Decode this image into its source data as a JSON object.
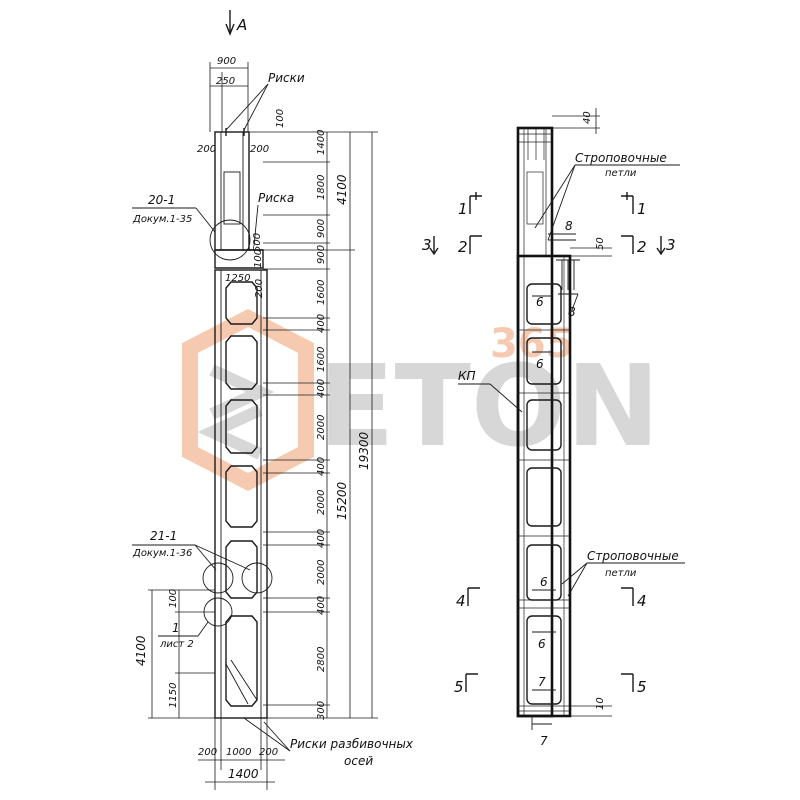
{
  "colors": {
    "line": "#1a1a1a",
    "watermark_orange": "#f0a070",
    "watermark_grey": "#b8b8b8"
  },
  "watermark": {
    "brand": "ETON",
    "prefix": "B",
    "number": "365"
  },
  "view_a": {
    "arrow": "A"
  },
  "elevation": {
    "top_width": "900",
    "top_offset": "250",
    "top_side_left": "200",
    "top_side_right": "200",
    "top_gap": "100",
    "rib_width": "1250",
    "bottom_left": "200",
    "bottom_mid": "1000",
    "bottom_right": "200",
    "bottom_total": "1400",
    "right_segments": [
      "1400",
      "1800",
      "900",
      "900",
      "1600",
      "400",
      "1600",
      "400",
      "2000",
      "400",
      "2000",
      "400",
      "2000",
      "400",
      "2800",
      "300"
    ],
    "inner_small": [
      "500",
      "100",
      "200"
    ],
    "total_upper": "4100",
    "total_lower": "15200",
    "total_overall": "19300",
    "left_total": "4100",
    "left_100": "100",
    "left_1150": "1150"
  },
  "labels": {
    "riski": "Риски",
    "riska": "Риска",
    "callout_20": "20-1",
    "doc_20": "Докум.1-35",
    "callout_21": "21-1",
    "doc_21": "Докум.1-36",
    "callout_1": "1",
    "sheet_2": "лист 2",
    "riski_axes_1": "Риски разбивочных",
    "riski_axes_2": "осей"
  },
  "section": {
    "top_40": "40",
    "stroping_top_1": "Строповочные",
    "stroping_top_2": "петли",
    "kp": "КП",
    "stroping_bot_1": "Строповочные",
    "stroping_bot_2": "петли",
    "dim_50": "50",
    "dim_10": "10",
    "marks": [
      "8",
      "8",
      "6",
      "6",
      "6",
      "6",
      "7",
      "7"
    ],
    "cuts": {
      "c1": "1",
      "c2": "2",
      "c3": "3",
      "c4": "4",
      "c5": "5"
    }
  }
}
